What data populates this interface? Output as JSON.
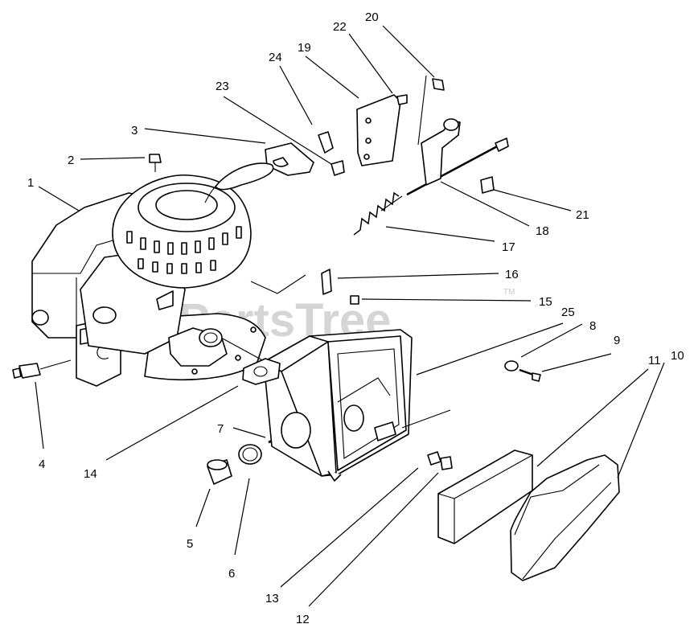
{
  "watermark": {
    "text": "PartsTree",
    "trademark": "TM"
  },
  "callouts": [
    "1",
    "2",
    "3",
    "4",
    "5",
    "6",
    "7",
    "8",
    "9",
    "10",
    "11",
    "12",
    "13",
    "14",
    "15",
    "16",
    "17",
    "18",
    "19",
    "20",
    "21",
    "22",
    "23",
    "24",
    "25"
  ]
}
